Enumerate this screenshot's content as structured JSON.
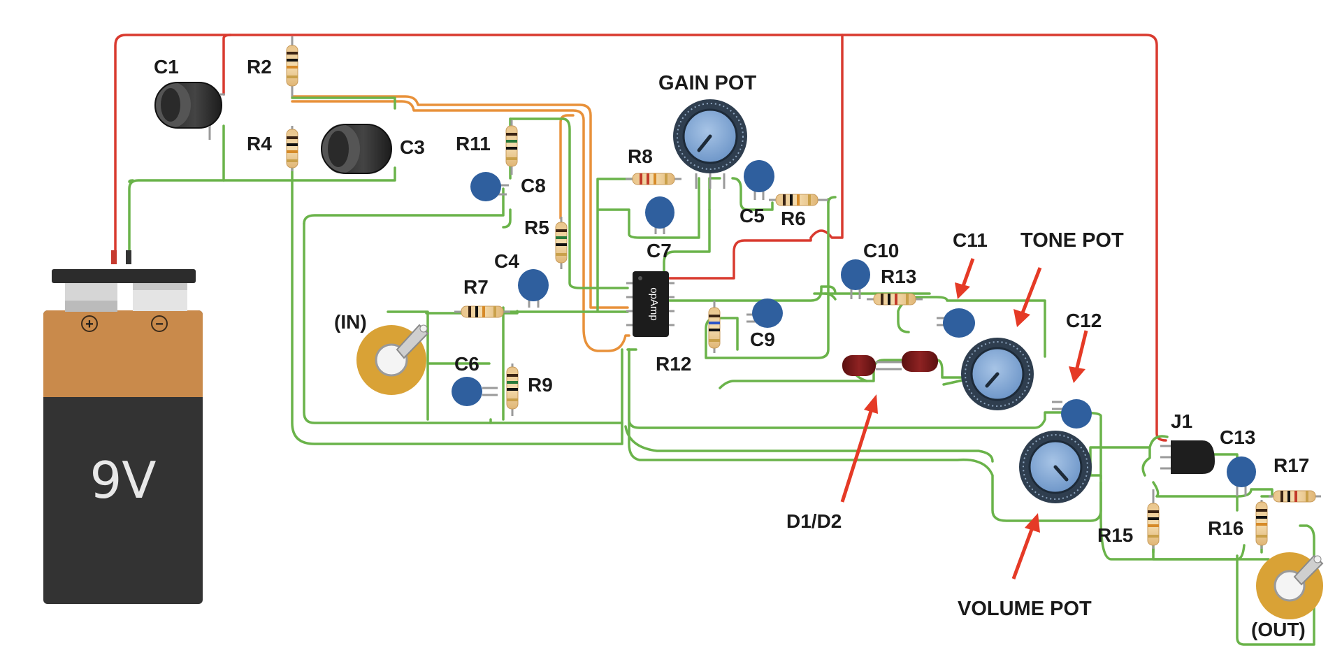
{
  "battery": {
    "label": "9V",
    "plus": "+",
    "minus": "−"
  },
  "components": {
    "C1": "C1",
    "C3": "C3",
    "C4": "C4",
    "C5": "C5",
    "C6": "C6",
    "C7": "C7",
    "C8": "C8",
    "C9": "C9",
    "C10": "C10",
    "C11": "C11",
    "C12": "C12",
    "C13": "C13",
    "R2": "R2",
    "R4": "R4",
    "R5": "R5",
    "R6": "R6",
    "R7": "R7",
    "R8": "R8",
    "R9": "R9",
    "R11": "R11",
    "R12": "R12",
    "R13": "R13",
    "R15": "R15",
    "R16": "R16",
    "R17": "R17",
    "J1": "J1",
    "opamp": "opAmp"
  },
  "labels": {
    "gain_pot": "GAIN POT",
    "tone_pot": "TONE POT",
    "volume_pot": "VOLUME POT",
    "diodes": "D1/D2",
    "input_jack": "(IN)",
    "output_jack": "(OUT)"
  },
  "colors": {
    "ground_wire": "#6ab34a",
    "power_wire": "#d93a2f",
    "signal_wire": "#e8913a",
    "capacitor": "#2f5f9e",
    "callout_arrow": "#e53a26",
    "jack": "#d9a236"
  }
}
